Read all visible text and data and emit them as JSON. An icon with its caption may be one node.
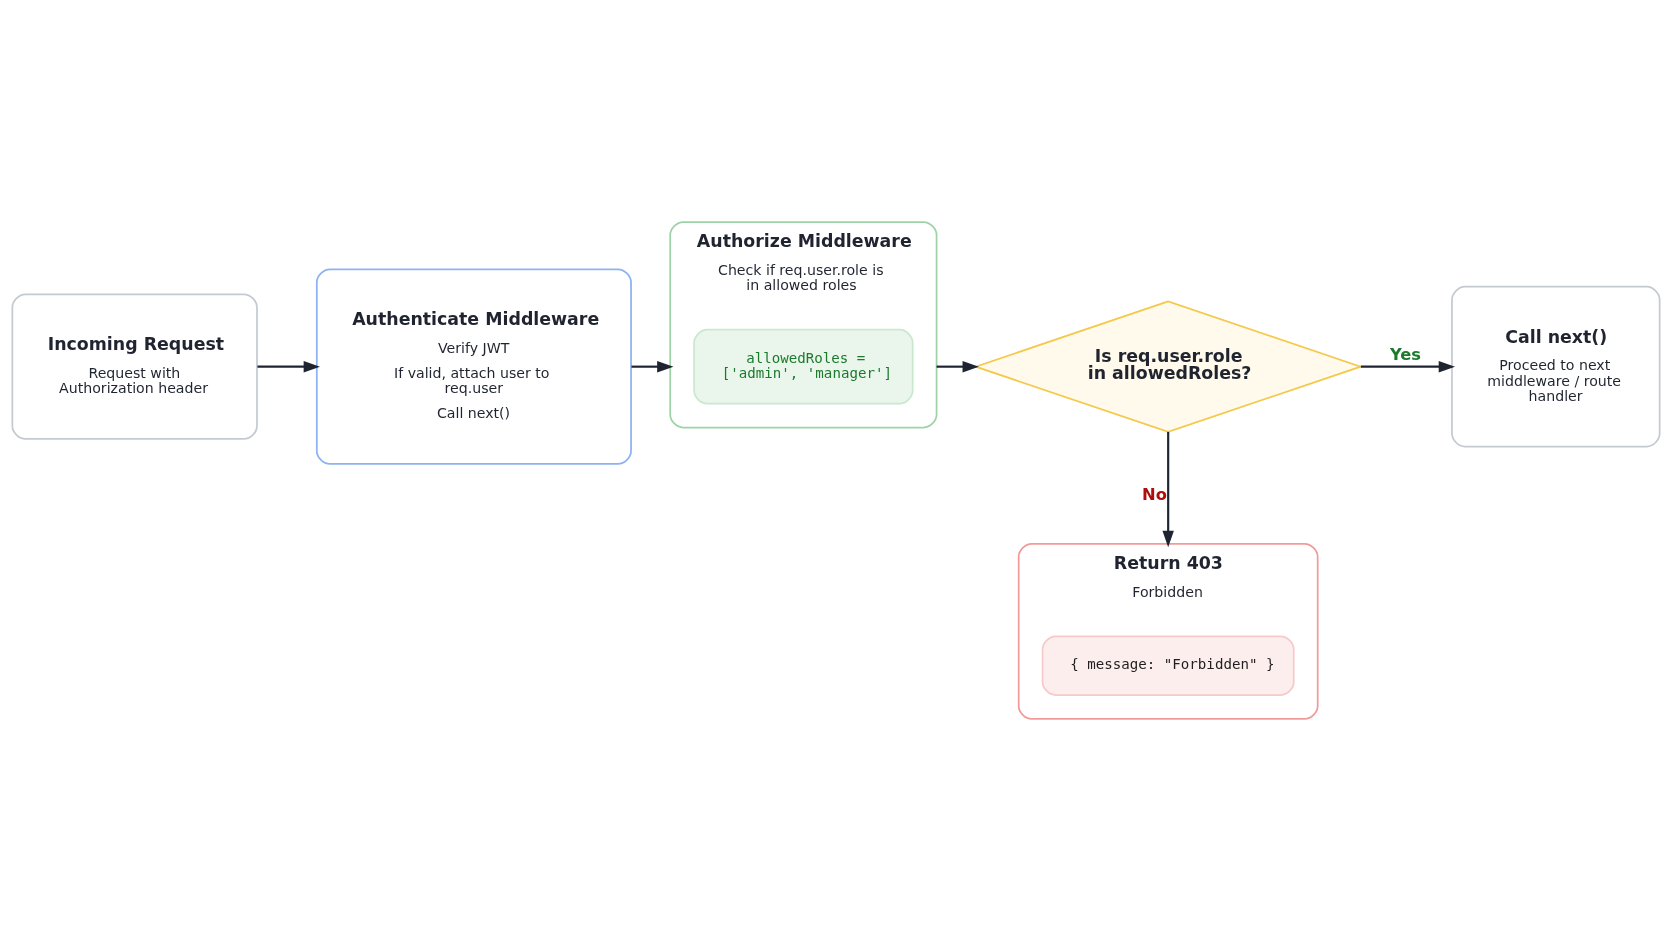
{
  "diagram": {
    "nodes": [
      {
        "text": [
          "Incoming Request",
          "Request with Authorization header"
        ]
      },
      {
        "text": [
          "Authenticate Middleware",
          "Verify JWT",
          "If valid, attach user to req.user",
          "Call next()"
        ]
      },
      {
        "text": [
          "Authorize Middleware",
          "Check if req.user.role is in allowed roles"
        ]
      },
      {
        "text": [
          "allowedRoles = ['admin', 'manager']"
        ],
        "in": 2
      },
      {
        "text": [
          "Is req.user.role in allowedRoles?"
        ]
      },
      {
        "text": [
          "Call next()",
          "Proceed to next middleware / route handler"
        ]
      },
      {
        "text": [
          "Return 403",
          "Forbidden"
        ]
      },
      {
        "text": [
          "{ message: \"Forbidden\" }"
        ],
        "in": 6
      }
    ],
    "edges": [
      {
        "from": 0,
        "to": 1,
        "arrow": "to"
      },
      {
        "from": 1,
        "to": 2,
        "arrow": "to"
      },
      {
        "from": 2,
        "to": 4,
        "arrow": "to"
      },
      {
        "from": 4,
        "to": 5,
        "arrow": "to",
        "label": "Yes"
      },
      {
        "from": 4,
        "to": 6,
        "arrow": "to",
        "label": "No"
      }
    ]
  }
}
